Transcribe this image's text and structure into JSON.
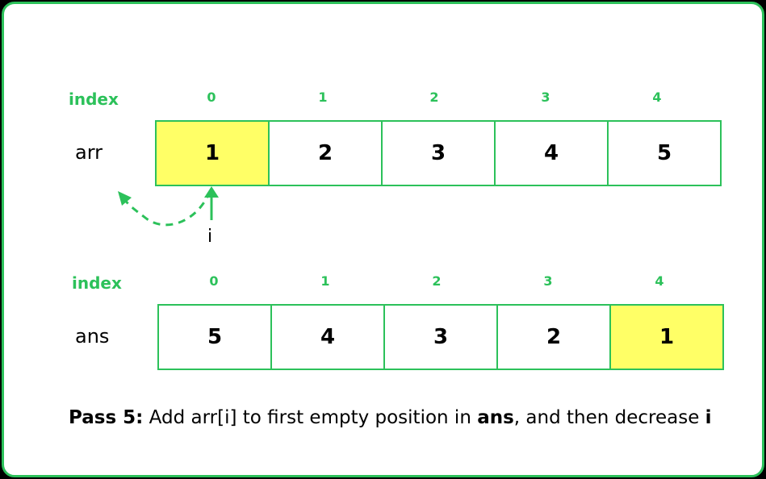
{
  "arr": {
    "row_label": "arr",
    "index_label": "index",
    "indices": [
      "0",
      "1",
      "2",
      "3",
      "4"
    ],
    "cells": [
      "1",
      "2",
      "3",
      "4",
      "5"
    ],
    "highlighted_index": 0,
    "pointer_label": "i"
  },
  "ans": {
    "row_label": "ans",
    "index_label": "index",
    "indices": [
      "0",
      "1",
      "2",
      "3",
      "4"
    ],
    "cells": [
      "5",
      "4",
      "3",
      "2",
      "1"
    ],
    "highlighted_index": 4
  },
  "caption": {
    "pass": "Pass 5:",
    "text1": " Add arr[i] to first empty position in ",
    "ans_word": "ans",
    "text2": ", and then decrease ",
    "i_word": "i"
  },
  "colors": {
    "accent": "#2cc15a",
    "highlight": "#ffff66"
  }
}
